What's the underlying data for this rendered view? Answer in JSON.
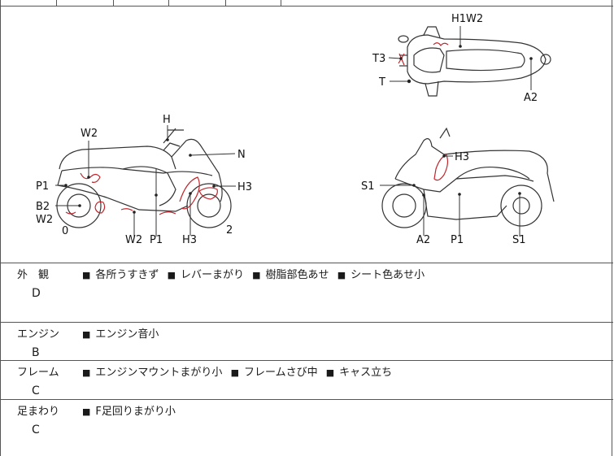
{
  "top_strip": {
    "cells": [
      "",
      "",
      "",
      "",
      "",
      ""
    ]
  },
  "diagram": {
    "labels": {
      "rear_h1w2": "H1W2",
      "rear_t3": "T3",
      "rear_t": "T",
      "rear_a2": "A2",
      "left_h": "H",
      "left_w2_top": "W2",
      "left_n": "N",
      "left_p1": "P1",
      "left_h3_right": "H3",
      "left_b2": "B2",
      "left_w2": "W2",
      "left_0": "0",
      "left_w2_bottom": "W2",
      "left_p1_bottom": "P1",
      "left_h3_bottom": "H3",
      "left_2": "2",
      "right_h3": "H3",
      "right_s1": "S1",
      "right_a2": "A2",
      "right_p1": "P1",
      "right_s1_bottom": "S1"
    },
    "line_color": "#333333",
    "damage_color": "#c0262c"
  },
  "rows": [
    {
      "category": "外　観",
      "grade": "D",
      "items": [
        "各所うすきず",
        "レバーまがり",
        "樹脂部色あせ",
        "シート色あせ小"
      ]
    },
    {
      "category": "エンジン",
      "grade": "B",
      "items": [
        "エンジン音小"
      ]
    },
    {
      "category": "フレーム",
      "grade": "C",
      "items": [
        "エンジンマウントまがり小",
        "フレームさび中",
        "キャス立ち"
      ]
    },
    {
      "category": "足まわり",
      "grade": "C",
      "items": [
        "F足回りまがり小"
      ]
    }
  ],
  "bullet": "■"
}
